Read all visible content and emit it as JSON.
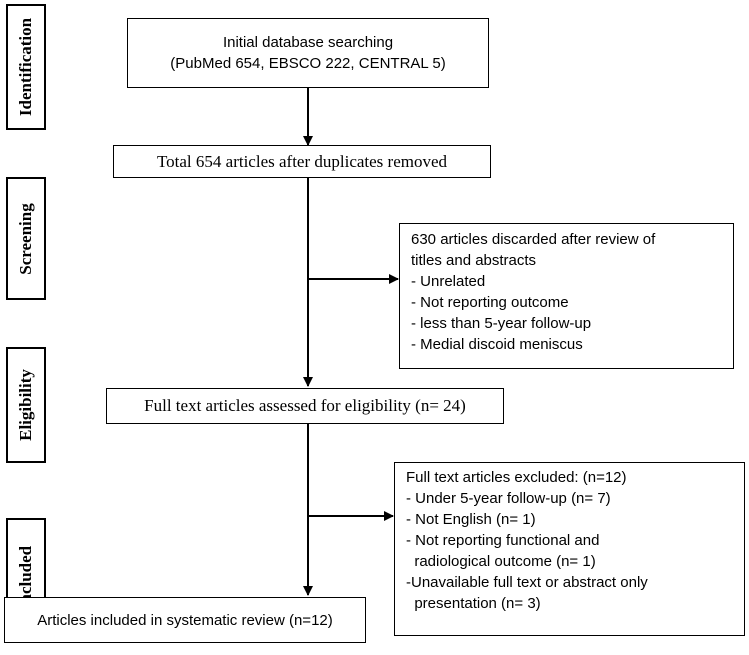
{
  "phases": {
    "identification": "Identification",
    "screening": "Screening",
    "eligibility": "Eligibility",
    "included": "Included"
  },
  "boxes": {
    "initial_search": {
      "line1": "Initial database searching",
      "line2": "(PubMed 654, EBSCO 222, CENTRAL 5)"
    },
    "after_duplicates": "Total 654 articles after duplicates removed",
    "discarded": {
      "title_line1": "630 articles discarded after review of",
      "title_line2": "titles and abstracts",
      "items": [
        "- Unrelated",
        "- Not reporting outcome",
        "- less than 5-year follow-up",
        "- Medial discoid meniscus"
      ]
    },
    "fulltext_assessed": "Full text articles assessed for eligibility (n= 24)",
    "excluded": {
      "title": "Full text articles excluded: (n=12)",
      "lines": [
        "- Under 5-year follow-up (n= 7)",
        "- Not English (n= 1)",
        "- Not reporting functional and",
        "  radiological outcome (n= 1)",
        "-Unavailable full text or abstract only",
        "  presentation (n= 3)"
      ]
    },
    "included_review": "Articles included in systematic review (n=12)"
  }
}
